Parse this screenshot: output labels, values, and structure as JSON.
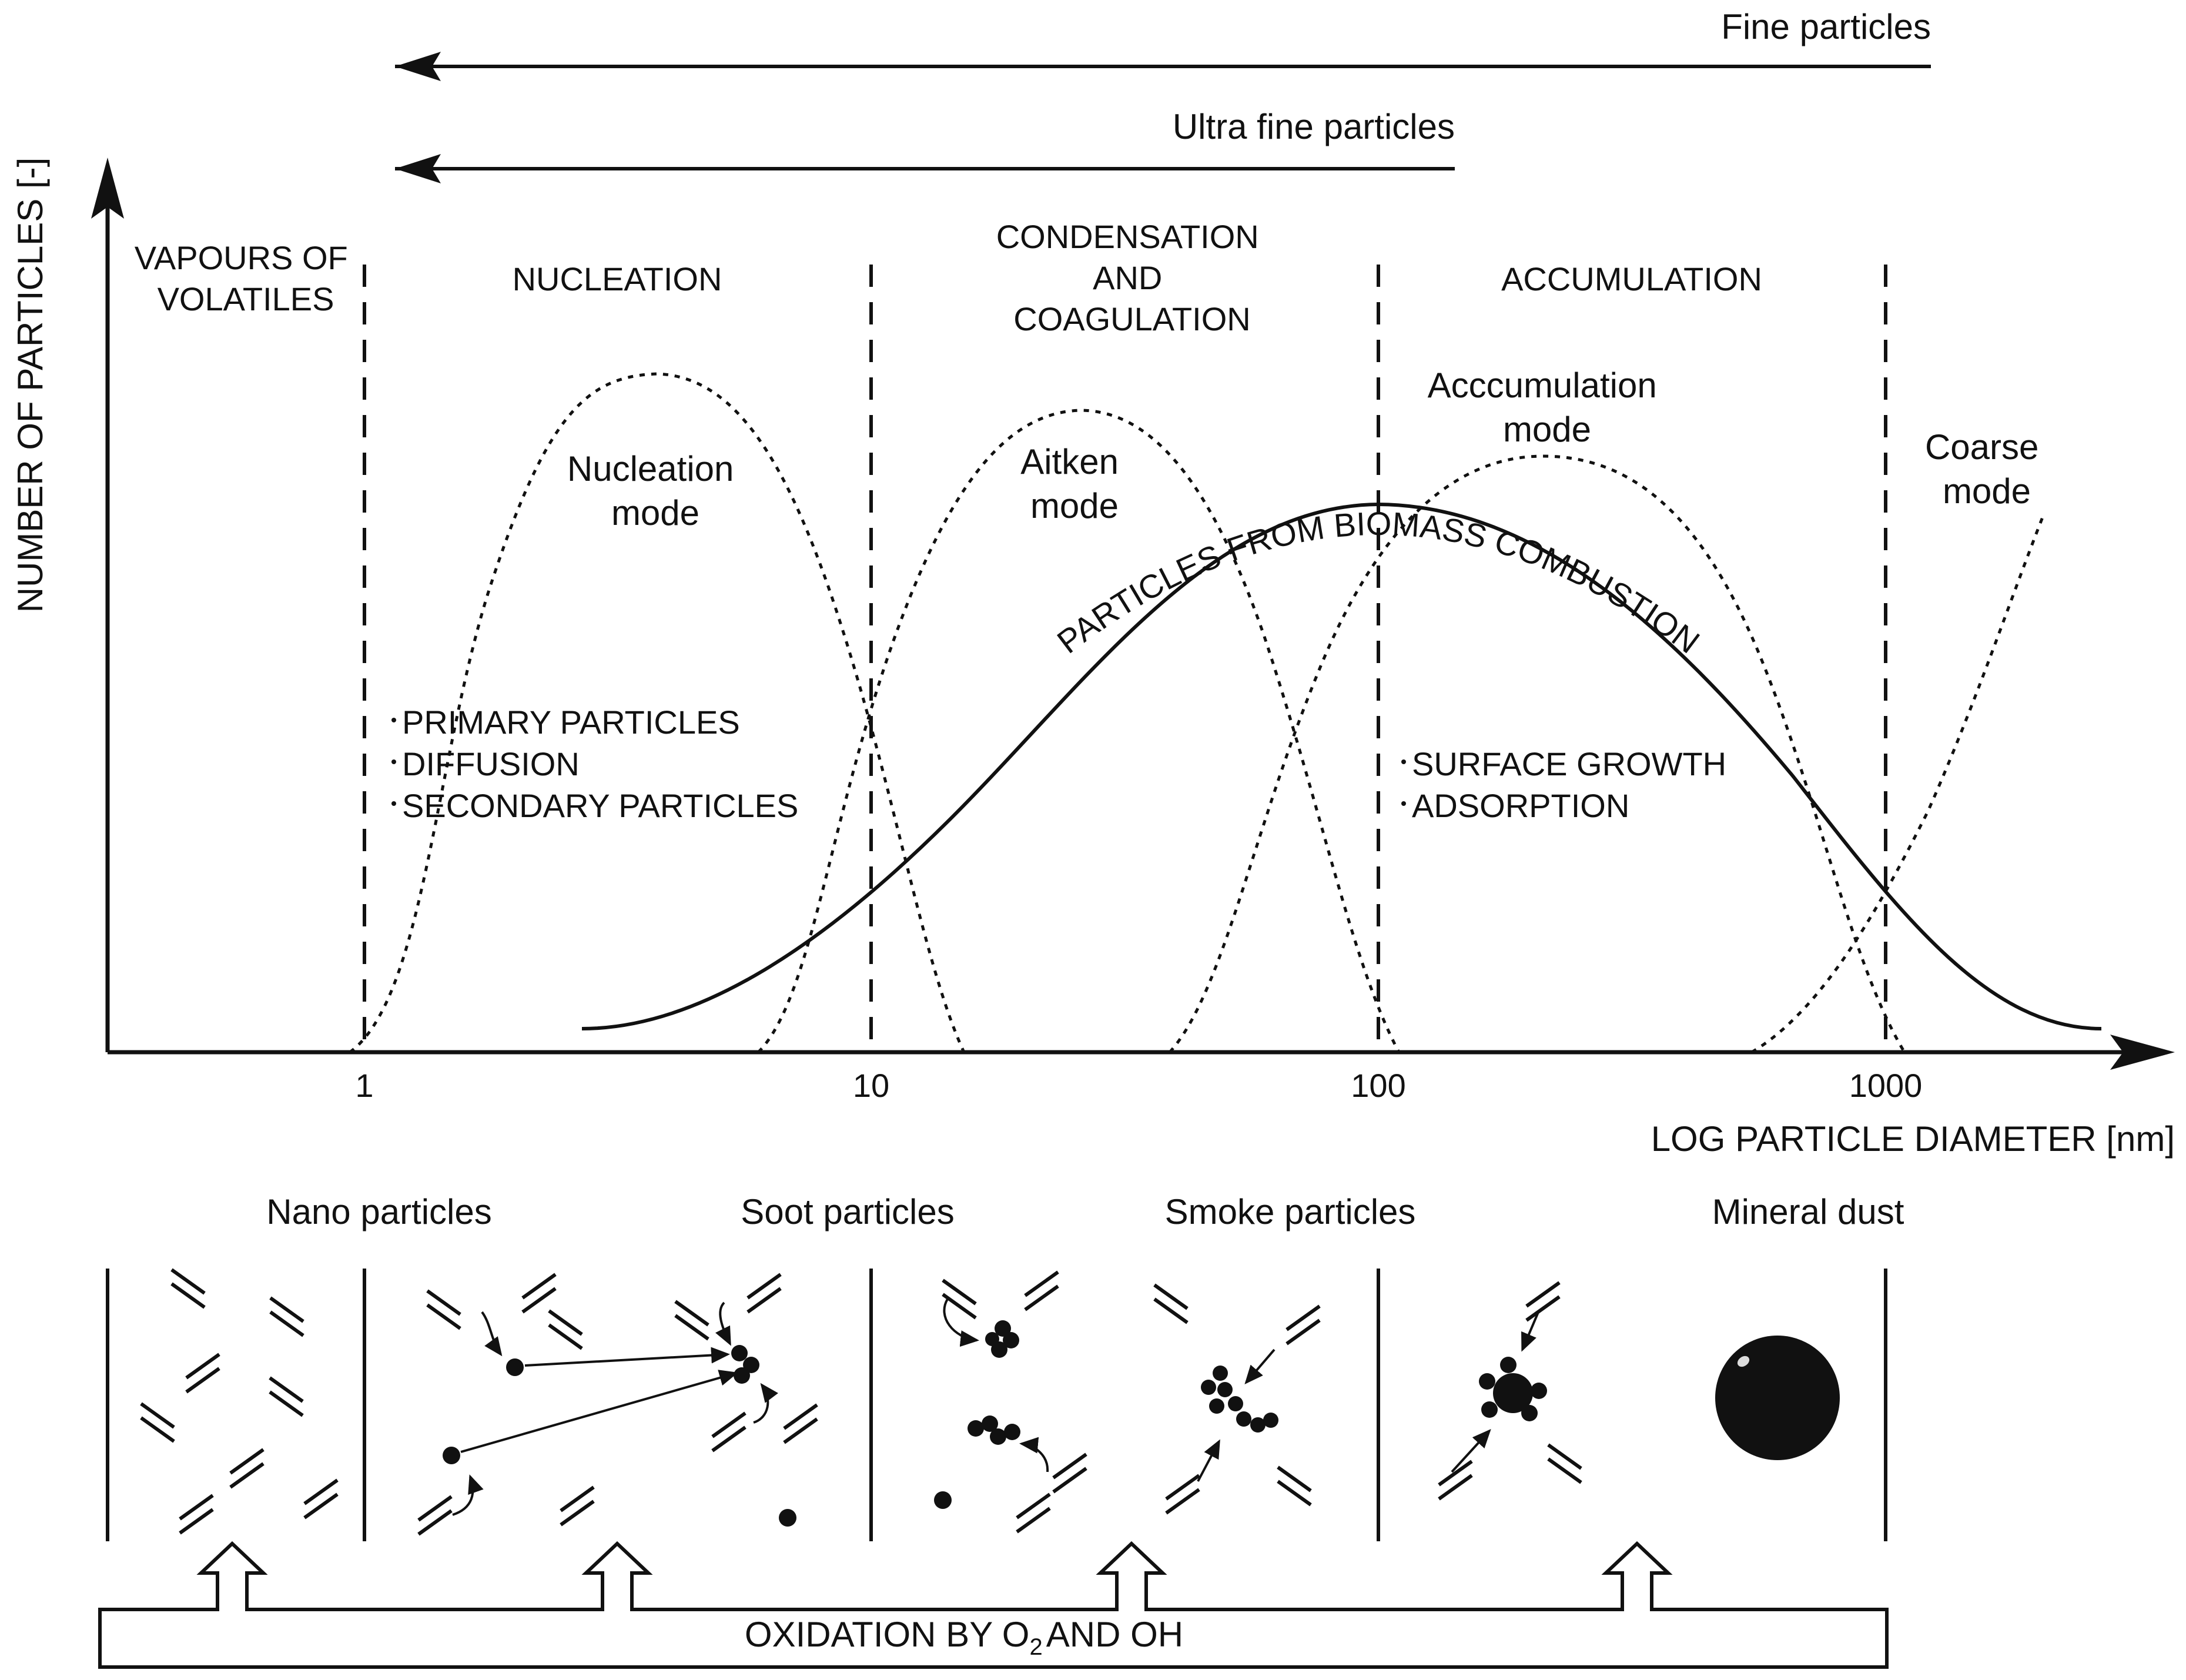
{
  "top_arrows": {
    "fine": "Fine particles",
    "ultrafine": "Ultra fine particles"
  },
  "axes": {
    "y_label": "NUMBER OF PARTICLES [-]",
    "x_label": "LOG PARTICLE DIAMETER [nm]",
    "ticks": [
      "1",
      "10",
      "100",
      "1000"
    ]
  },
  "regions": {
    "vapours": [
      "VAPOURS OF",
      "VOLATILES"
    ],
    "nucleation": "NUCLEATION",
    "condensation": [
      "CONDENSATION",
      "AND",
      "COAGULATION"
    ],
    "accumulation": "ACCUMULATION"
  },
  "modes": {
    "nucleation": [
      "Nucleation",
      "mode"
    ],
    "aitken": [
      "Aitken",
      "mode"
    ],
    "accumulation": [
      "Acccumulation",
      "mode"
    ],
    "coarse": [
      "Coarse",
      "mode"
    ]
  },
  "curve_label": "PARTICLES FROM BIOMASS COMBUSTION",
  "left_bullets": [
    "PRIMARY PARTICLES",
    "DIFFUSION",
    "SECONDARY PARTICLES"
  ],
  "right_bullets": [
    "SURFACE GROWTH",
    "ADSORPTION"
  ],
  "categories": [
    "Nano particles",
    "Soot particles",
    "Smoke particles",
    "Mineral dust"
  ],
  "oxidation": {
    "pre": "OXIDATION BY O",
    "sub": "2",
    "post": "AND OH"
  }
}
